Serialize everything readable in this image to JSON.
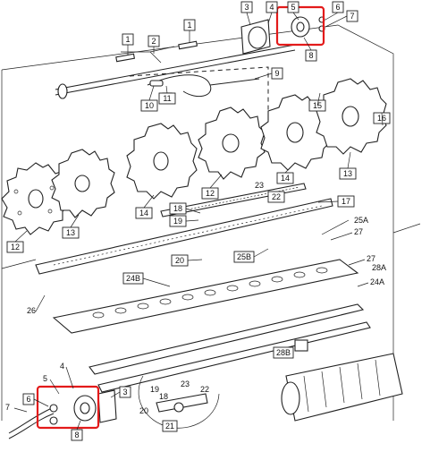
{
  "diagram": {
    "callouts": {
      "c1_top": "1",
      "c2_top": "2",
      "c3_top": "3",
      "c4_top": "4",
      "c5_top": "5",
      "c6_top": "6",
      "c7_top": "7",
      "c8_top": "8",
      "c9": "9",
      "c10": "10",
      "c11": "11",
      "c15": "15",
      "c16": "16",
      "c12a": "12",
      "c13a": "13",
      "c14a": "14",
      "c12b": "12",
      "c14b": "14",
      "c13b": "13",
      "c23": "23",
      "c22": "22",
      "c17": "17",
      "c18": "18",
      "c19": "19",
      "c20": "20",
      "c25a": "25A",
      "c27a": "27",
      "c25b": "25B",
      "c27b": "27",
      "c28a": "28A",
      "c24b": "24B",
      "c24a": "24A",
      "c26": "26",
      "c28b": "28B",
      "c4_bot": "4",
      "c5_bot": "5",
      "c6_bot": "6",
      "c3_bot": "3",
      "c7_bot": "7",
      "c8_bot": "8",
      "c19_det": "19",
      "c23_det": "23",
      "c22_det": "22",
      "c18_det": "18",
      "c20_det": "20",
      "c21_det": "21"
    },
    "highlight_color": "#e31a1a"
  }
}
